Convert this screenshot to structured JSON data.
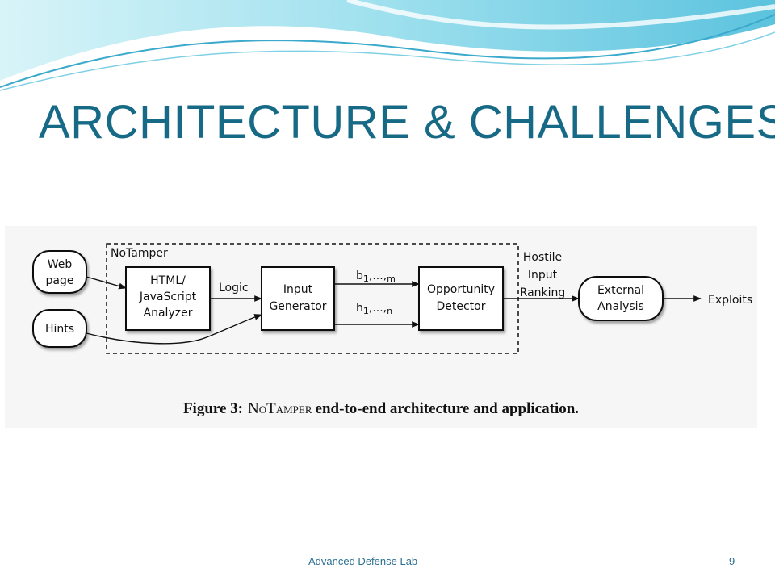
{
  "slide": {
    "title": "ARCHITECTURE & CHALLENGES",
    "footer": "Advanced Defense Lab",
    "page_number": "9"
  },
  "diagram": {
    "container_label": "NoTamper",
    "nodes": {
      "web_page": [
        "Web",
        "page"
      ],
      "hints": "Hints",
      "analyzer": [
        "HTML/",
        "JavaScript",
        "Analyzer"
      ],
      "input_generator": [
        "Input",
        "Generator"
      ],
      "opportunity_detector": [
        "Opportunity",
        "Detector"
      ],
      "external_analysis": [
        "External",
        "Analysis"
      ],
      "exploits": "Exploits"
    },
    "edge_labels": {
      "logic": "Logic",
      "benign_base": "b",
      "benign_sub_first": "1",
      "benign_sep": ",...,",
      "benign_sub_last": "m",
      "hostile_base": "h",
      "hostile_sub_first": "1",
      "hostile_sep": ",...,",
      "hostile_sub_last": "n",
      "ranking": [
        "Hostile",
        "Input",
        "Ranking"
      ]
    },
    "caption": {
      "prefix": "Figure 3:",
      "name": "NoTamper",
      "suffix": "end-to-end architecture and application."
    }
  },
  "colors": {
    "title": "#176a86",
    "footer": "#2a6f93",
    "wave_light": "#a8e4f0",
    "wave_dark": "#4fb8d6"
  }
}
